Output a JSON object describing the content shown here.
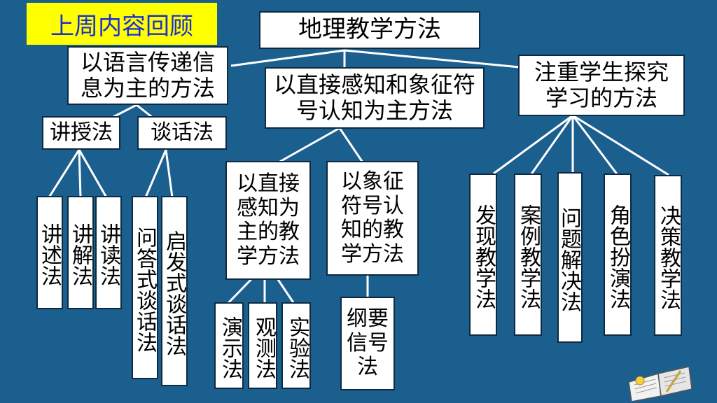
{
  "badge": "上周内容回顾",
  "root": "地理教学方法",
  "level1": {
    "language": "以语言传递信息为主的方法",
    "perception": "以直接感知和象征符号认知为主方法",
    "inquiry": "注重学生探究学习的方法"
  },
  "language_children": {
    "lecture": "讲授法",
    "dialogue": "谈话法"
  },
  "lecture_children": [
    "讲述法",
    "讲解法",
    "讲读法"
  ],
  "dialogue_children": [
    "问答式谈话法",
    "启发式谈话法"
  ],
  "perception_children": {
    "direct": "以直接感知为主的教学方法",
    "symbol": "以象征符号认知的教学方法"
  },
  "direct_children": [
    "演示法",
    "观测法",
    "实验法"
  ],
  "symbol_children": [
    "纲要信号法"
  ],
  "inquiry_children": [
    "发现教学法",
    "案例教学法",
    "问题解决法",
    "角色扮演法",
    "决策教学法"
  ],
  "colors": {
    "background": "#1b5f8f",
    "badge_bg": "#ffff00",
    "badge_text": "#1a2fd6",
    "box": "#ffffff"
  }
}
